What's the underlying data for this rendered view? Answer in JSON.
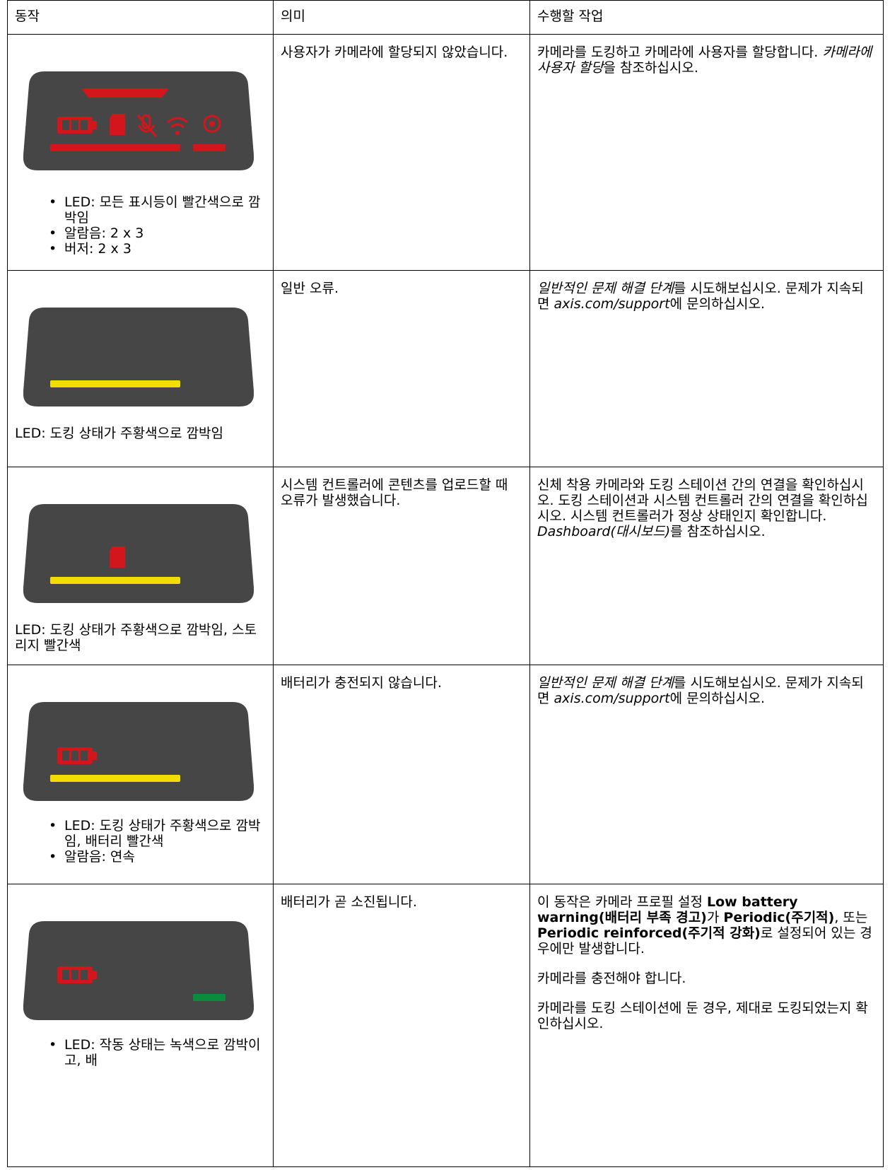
{
  "headers": [
    "동작",
    "의미",
    "수행할 작업"
  ],
  "rows": [
    {
      "bullets": [
        "LED: 모든 표시등이 빨간색으로 깜박임",
        "알람음: 2 x 3",
        "버저: 2 x 3"
      ],
      "meaning": "사용자가 카메라에 할당되지 않았습니다.",
      "action": {
        "a": "카메라를 도킹하고 카메라에 사용자를 할당합니다. ",
        "link": "카메라에 사용자 할당",
        "b": "을 참조하십시오."
      }
    },
    {
      "behavior": "LED: 도킹 상태가 주황색으로 깜박임",
      "meaning": "일반 오류.",
      "action": {
        "link1": "일반적인 문제 해결 단계",
        "a": "를 시도해보십시오. 문제가 지속되면 ",
        "link2": "axis.com/support",
        "b": "에 문의하십시오."
      }
    },
    {
      "behavior": "LED: 도킹 상태가 주황색으로 깜박임, 스토리지 빨간색",
      "meaning": "시스템 컨트롤러에 콘텐츠를 업로드할 때 오류가 발생했습니다.",
      "action": {
        "a": "신체 착용 카메라와 도킹 스테이션 간의 연결을 확인하십시오. 도킹 스테이션과 시스템 컨트롤러 간의 연결을 확인하십시오. 시스템 컨트롤러가 정상 상태인지 확인합니다. ",
        "link": "Dashboard(대시보드)",
        "b": "를 참조하십시오."
      }
    },
    {
      "bullets": [
        "LED: 도킹 상태가 주황색으로 깜박임, 배터리 빨간색",
        "알람음: 연속"
      ],
      "meaning": "배터리가 충전되지 않습니다.",
      "action": {
        "link1": "일반적인 문제 해결 단계",
        "a": "를 시도해보십시오. 문제가 지속되면 ",
        "link2": "axis.com/support",
        "b": "에 문의하십시오."
      }
    },
    {
      "bullets": [
        "LED: 작동 상태는 녹색으로 깜박이고, 배"
      ],
      "meaning": "배터리가 곧 소진됩니다.",
      "action": {
        "p1a": "이 동작은 카메라 프로필 설정 ",
        "p1b": "Low battery warning(배터리 부족 경고)",
        "p1c": "가 ",
        "p1d": "Periodic(주기적)",
        "p1e": ", 또는 ",
        "p1f": "Periodic reinforced(주기적 강화)",
        "p1g": "로 설정되어 있는 경우에만 발생합니다.",
        "p2": "카메라를 충전해야 합니다.",
        "p3": "카메라를 도킹 스테이션에 둔 경우, 제대로 도킹되었는지 확인하십시오."
      }
    }
  ],
  "colors": {
    "device": "#464646",
    "red": "#d2161c",
    "amber": "#f2dd00",
    "green": "#0a8c3c"
  }
}
